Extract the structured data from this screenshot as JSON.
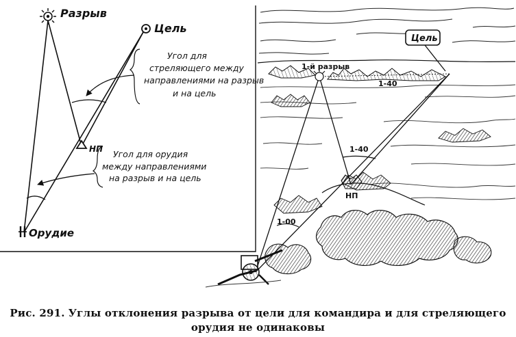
{
  "diagram": {
    "labels": {
      "burst": "Разрыв",
      "target": "Цель",
      "observation_post": "НП",
      "gun": "Орудие"
    },
    "notes": {
      "shooter_angle": [
        "Угол для",
        "стреляющего между",
        "направлениями на разрыв",
        "и на цель"
      ],
      "gun_angle": [
        "Угол для орудия",
        "между направлениями",
        "на разрыв и на цель"
      ]
    }
  },
  "scene": {
    "labels": {
      "target": "Цель",
      "first_burst": "1-й разрыв",
      "observation_post": "НП"
    },
    "angles": {
      "near_target": "1-40",
      "at_post": "1-40",
      "at_gun": "1-00"
    }
  },
  "caption": {
    "number": "Рис. 291.",
    "line1": "Углы отклонения разрыва от цели для командира и для стреляющего",
    "line2": "орудия не одинаковы"
  }
}
